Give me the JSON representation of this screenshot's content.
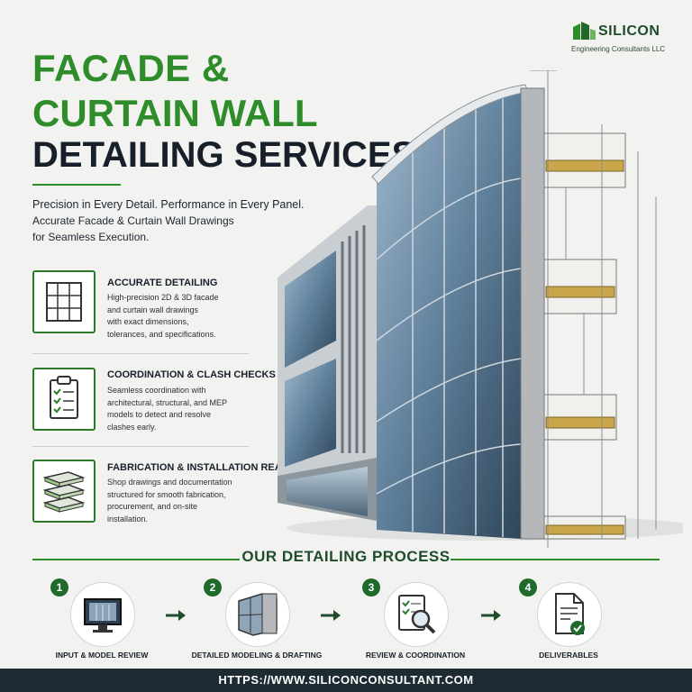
{
  "brand": {
    "name": "SILICON",
    "subtitle": "Engineering Consultants LLC",
    "colors": {
      "green": "#2f8c2a",
      "dark": "#17202a",
      "footer": "#1f2b33"
    }
  },
  "hero": {
    "title_line1": "FACADE &",
    "title_line2": "CURTAIN WALL",
    "title_line3": "DETAILING SERVICES",
    "tagline1": "Precision in Every Detail. Performance in Every Panel.",
    "tagline2": "Accurate Facade & Curtain Wall Drawings",
    "tagline3": "for Seamless Execution."
  },
  "features": [
    {
      "icon": "window-grid-icon",
      "title": "ACCURATE DETAILING",
      "lines": [
        "High-precision 2D & 3D facade",
        "and curtain wall drawings",
        "with exact dimensions,",
        "tolerances, and specifications."
      ]
    },
    {
      "icon": "clipboard-checklist-icon",
      "title": "COORDINATION & CLASH CHECKS",
      "lines": [
        "Seamless coordination with",
        "architectural, structural, and MEP",
        "models to detect and resolve",
        "clashes early."
      ]
    },
    {
      "icon": "stacked-panels-icon",
      "title": "FABRICATION & INSTALLATION READY",
      "lines": [
        "Shop drawings and documentation",
        "structured for smooth fabrication,",
        "procurement, and on-site",
        "installation."
      ]
    }
  ],
  "process": {
    "title": "OUR DETAILING PROCESS",
    "steps": [
      {
        "num": "1",
        "label": "INPUT & MODEL REVIEW",
        "icon": "monitor-model-icon"
      },
      {
        "num": "2",
        "label": "DETAILED MODELING & DRAFTING",
        "icon": "facade-module-icon"
      },
      {
        "num": "3",
        "label": "REVIEW & COORDINATION",
        "icon": "checklist-magnifier-icon"
      },
      {
        "num": "4",
        "label": "DELIVERABLES",
        "icon": "document-check-icon"
      }
    ]
  },
  "footer": {
    "url": "HTTPS://WWW.SILICONCONSULTANT.COM"
  }
}
